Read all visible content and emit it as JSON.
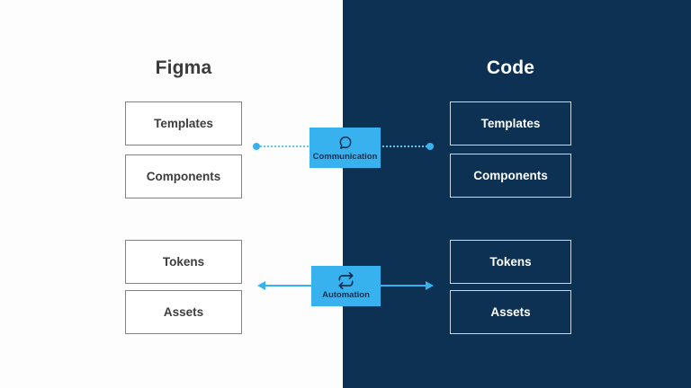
{
  "diagram": {
    "left_panel": {
      "title": "Figma",
      "boxes": [
        "Templates",
        "Components",
        "Tokens",
        "Assets"
      ]
    },
    "right_panel": {
      "title": "Code",
      "boxes": [
        "Templates",
        "Components",
        "Tokens",
        "Assets"
      ]
    },
    "connectors": {
      "communication": {
        "label": "Communication",
        "icon": "speech-bubble-icon",
        "line_style": "dotted",
        "endpoints": "dots"
      },
      "automation": {
        "label": "Automation",
        "icon": "sync-arrows-icon",
        "line_style": "solid",
        "endpoints": "arrows"
      }
    },
    "colors": {
      "accent_blue": "#38b2ef",
      "navy": "#0d3152",
      "left_background": "#fdfdfd",
      "left_text": "#3d3d3d",
      "right_text": "#ffffff"
    }
  }
}
